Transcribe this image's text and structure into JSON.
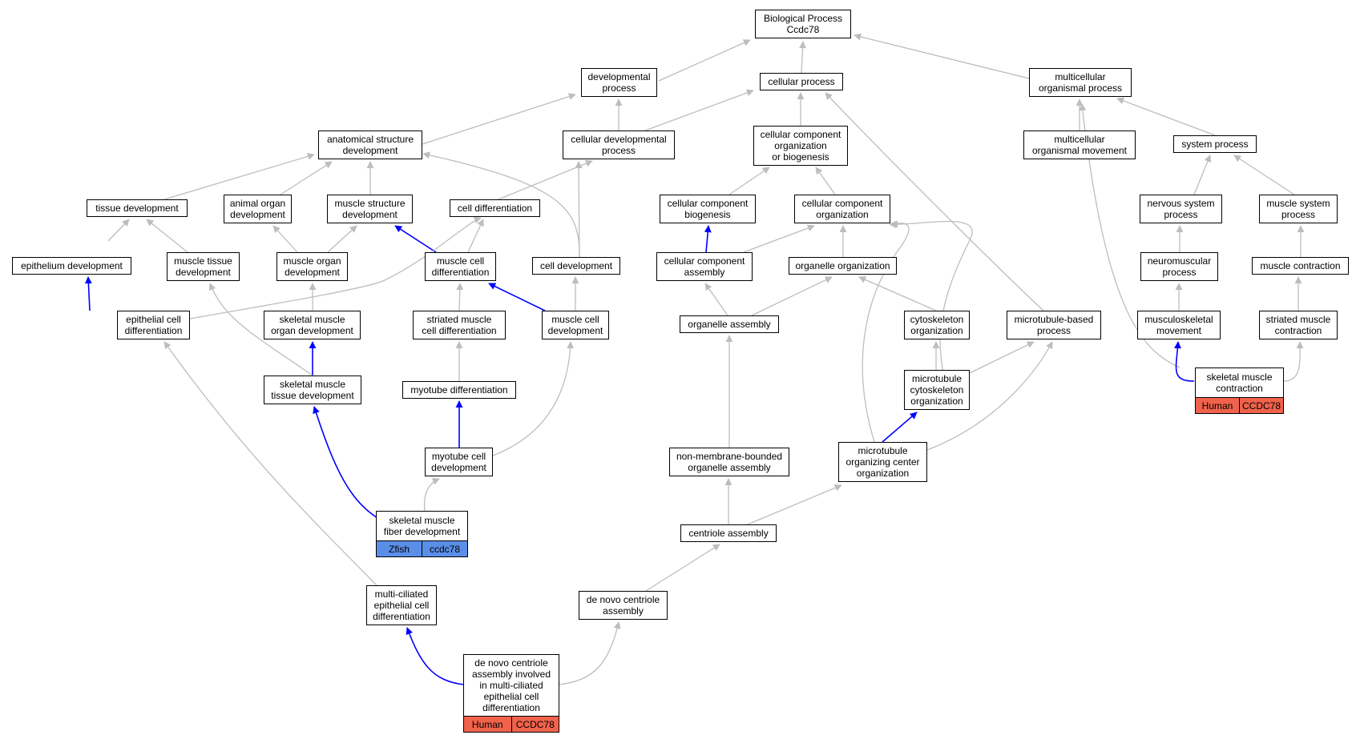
{
  "colors": {
    "gray_edge": "#bdbdbd",
    "blue_edge": "#0000ff",
    "human": "#f0624b",
    "zfish": "#5b8ee8"
  },
  "nodes": {
    "bio": "Biological Process\nCcdc78",
    "devproc": "developmental\nprocess",
    "cellproc": "cellular process",
    "multiorg": "multicellular\norganismal process",
    "anatdev": "anatomical structure\ndevelopment",
    "celldevproc": "cellular developmental\nprocess",
    "ccob": "cellular component\norganization\nor biogenesis",
    "multimove": "multicellular\norganismal movement",
    "sysproc": "system process",
    "tissuedev": "tissue development",
    "animalorgan": "animal organ\ndevelopment",
    "musclestruct": "muscle structure\ndevelopment",
    "celldiff": "cell differentiation",
    "ccbiogen": "cellular component\nbiogenesis",
    "ccorg": "cellular component\norganization",
    "nervous": "nervous system\nprocess",
    "musclesys": "muscle system\nprocess",
    "epithdev": "epithelium development",
    "muscletissue": "muscle tissue\ndevelopment",
    "muscleorgan": "muscle organ\ndevelopment",
    "musclecelldiff": "muscle cell\ndifferentiation",
    "celldev": "cell development",
    "ccassembly": "cellular component\nassembly",
    "organelleorg": "organelle organization",
    "neuromuscular": "neuromuscular\nprocess",
    "musclecontr": "muscle contraction",
    "epithcelldiff": "epithelial cell\ndifferentiation",
    "skelorgan": "skeletal muscle\norgan development",
    "striatedcelldiff": "striated muscle\ncell differentiation",
    "musclecelldev": "muscle cell\ndevelopment",
    "organelleasm": "organelle assembly",
    "cytoskelorg": "cytoskeleton\norganization",
    "mtbased": "microtubule-based\nprocess",
    "muscskelmove": "musculoskeletal\nmovement",
    "striatedcontr": "striated muscle\ncontraction",
    "skeltissue": "skeletal muscle\ntissue development",
    "myotubediff": "myotube differentiation",
    "mtcytoorg": "microtubule\ncytoskeleton\norganization",
    "skelcontr": "skeletal muscle\ncontraction",
    "myotubedev": "myotube cell\ndevelopment",
    "nonmem": "non-membrane-bounded\norganelle assembly",
    "mtoc": "microtubule\norganizing center\norganization",
    "skelfiber": "skeletal muscle\nfiber development",
    "centriole": "centriole assembly",
    "multicil": "multi-ciliated\nepithelial cell\ndifferentiation",
    "denovo": "de novo centriole\nassembly",
    "denovomulti": "de novo centriole\nassembly involved\nin multi-ciliated\nepithelial cell\ndifferentiation"
  },
  "annotations": {
    "skelcontr": {
      "species": "Human",
      "gene": "CCDC78"
    },
    "skelfiber": {
      "species": "Zfish",
      "gene": "ccdc78"
    },
    "denovomulti": {
      "species": "Human",
      "gene": "CCDC78"
    }
  }
}
